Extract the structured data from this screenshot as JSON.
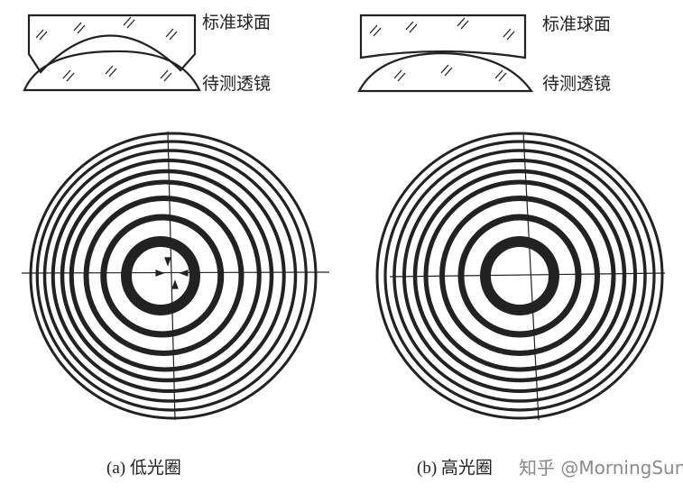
{
  "labels": {
    "standard_surface": "标准球面",
    "test_lens": "待测透镜"
  },
  "captions": {
    "a": "(a) 低光圈",
    "b": "(b) 高光圈"
  },
  "watermark": "知乎 @MorningSun",
  "colors": {
    "ink": "#222222",
    "background": "#ffffff"
  }
}
